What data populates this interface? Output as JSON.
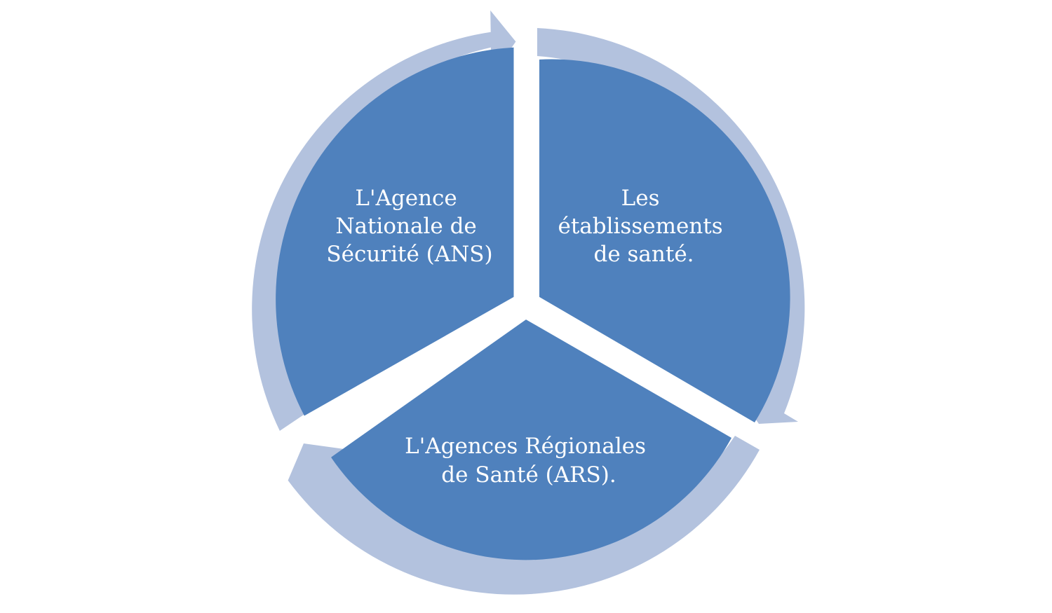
{
  "colors": {
    "segment_fill": "#4F81BD",
    "arrow_fill": "#B3C2DE",
    "text": "#FFFFFF",
    "background": "#FFFFFF"
  },
  "segments": [
    {
      "lines": [
        "L'Agence",
        "Nationale de",
        "Sécurité (ANS)"
      ]
    },
    {
      "lines": [
        "Les",
        "établissements",
        "de santé."
      ]
    },
    {
      "lines": [
        "L'Agences Régionales",
        "de Santé (ARS)."
      ]
    }
  ]
}
